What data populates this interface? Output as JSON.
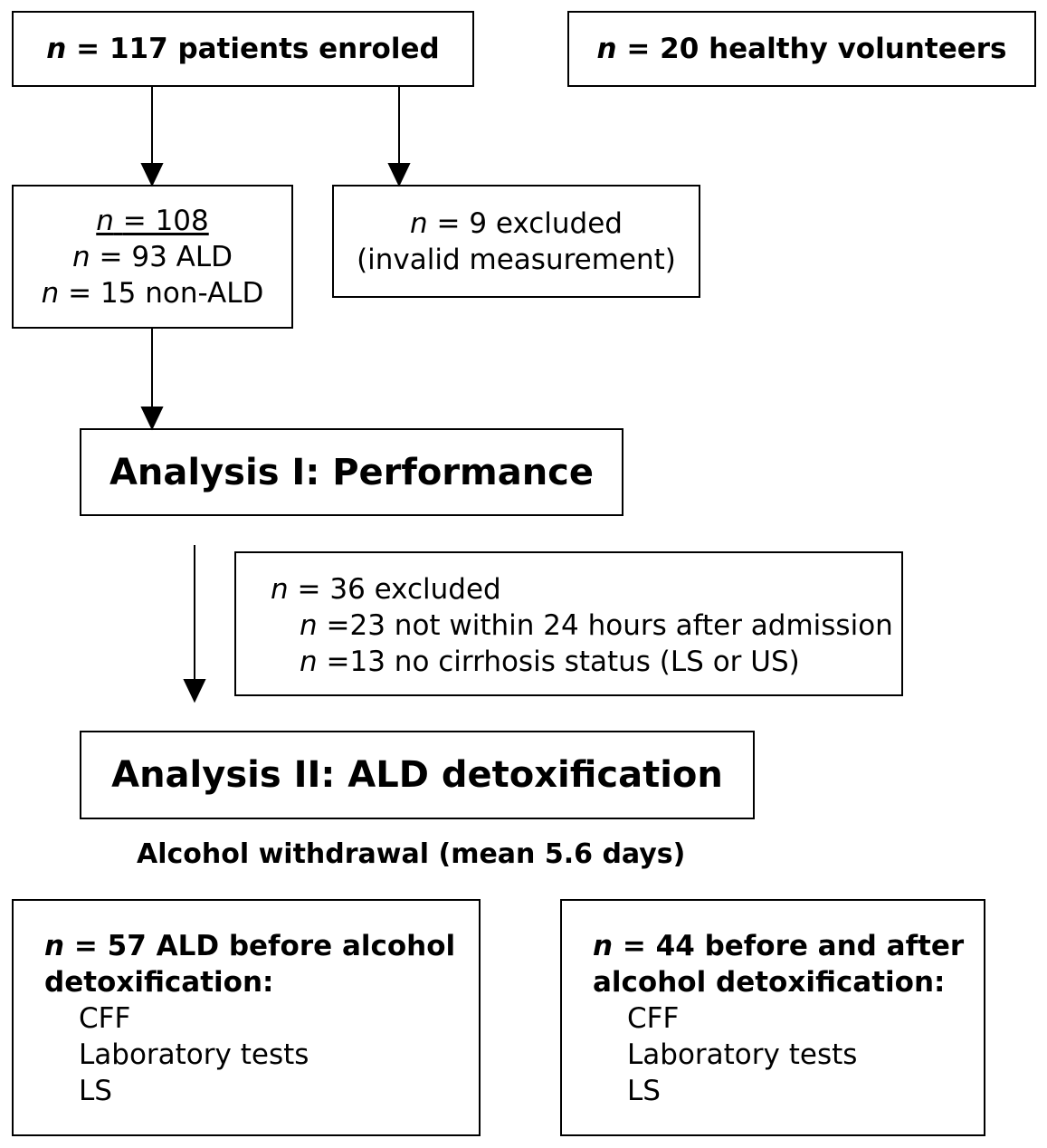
{
  "n_symbol": "n",
  "boxes": {
    "enrolled": {
      "text": "= 117 patients enroled"
    },
    "volunteers": {
      "text": "= 20 healthy volunteers"
    },
    "included": {
      "total": "= 108",
      "ald": "= 93 ALD",
      "non_ald": "= 15 non-ALD"
    },
    "excluded_invalid": {
      "count": "= 9 excluded",
      "reason": "(invalid measurement)"
    },
    "analysis_1": {
      "title": "Analysis I: Performance"
    },
    "excluded_36": {
      "count": "= 36 excluded",
      "reason_1": "=23 not within 24 hours after admission",
      "reason_2": "=13 no cirrhosis status (LS or US)"
    },
    "analysis_2": {
      "title": "Analysis II: ALD detoxification"
    },
    "withdrawal": {
      "text": "Alcohol withdrawal (mean 5.6 days)"
    },
    "before_only": {
      "heading_1": "= 57 ALD before alcohol",
      "heading_2": "detoxification:",
      "items": [
        "CFF",
        "Laboratory tests",
        "LS"
      ]
    },
    "before_after": {
      "heading_1": "= 44 before and after",
      "heading_2": "alcohol detoxification:",
      "items": [
        "CFF",
        "Laboratory tests",
        "LS"
      ]
    }
  },
  "colors": {
    "stroke": "#000000",
    "background": "#ffffff"
  }
}
